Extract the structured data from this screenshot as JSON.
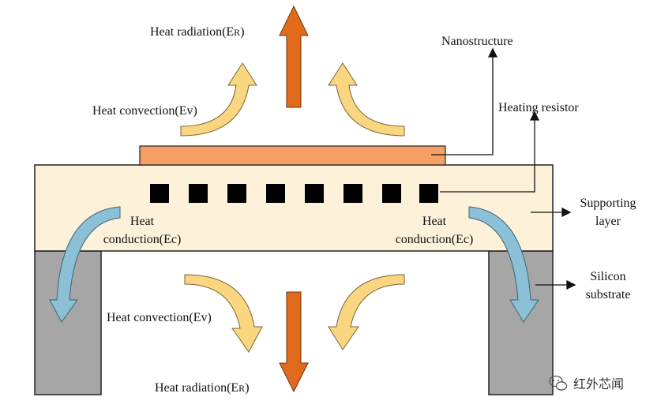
{
  "labels": {
    "heat_radiation_top": "Heat radiation(E",
    "heat_radiation_top_sub": "R",
    "heat_radiation_top_close": ")",
    "heat_radiation_bottom": "Heat radiation(E",
    "heat_radiation_bottom_sub": "R",
    "heat_radiation_bottom_close": ")",
    "heat_convection_top": "Heat convection(Ev)",
    "heat_convection_bottom": "Heat convection(Ev)",
    "heat_conduction_left_line1": "Heat",
    "heat_conduction_left_line2": "conduction(Ec)",
    "heat_conduction_right_line1": "Heat",
    "heat_conduction_right_line2": "conduction(Ec)",
    "nanostructure": "Nanostructure",
    "heating_resistor": "Heating resistor",
    "supporting_layer_line1": "Supporting",
    "supporting_layer_line2": "layer",
    "silicon_substrate_line1": "Silicon",
    "silicon_substrate_line2": "substrate"
  },
  "watermark": {
    "text": "红外芯闻",
    "icon": "wechat-logo-icon"
  },
  "colors": {
    "supporting_layer_fill": "#fdf1d9",
    "nanostructure_fill": "#f4a064",
    "substrate_fill": "#a6a6a6",
    "radiation_arrow": "#e26a1c",
    "convection_arrow": "#fbd680",
    "conduction_arrow": "#8cc0d6",
    "resistor_fill": "#000000"
  }
}
